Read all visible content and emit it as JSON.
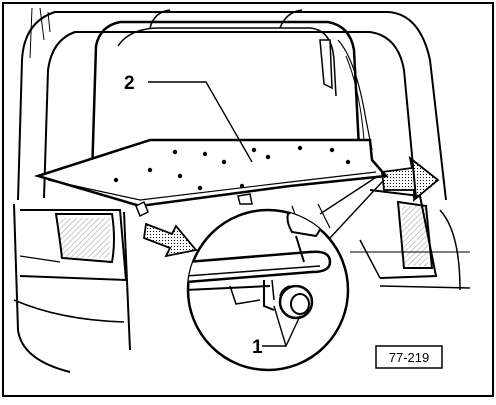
{
  "figure": {
    "callouts": {
      "label_2": "2",
      "label_1": "1"
    },
    "figure_reference": "77-219"
  },
  "colors": {
    "ink": "#000000",
    "paper": "#ffffff",
    "hatch": "#1a1a1a"
  }
}
